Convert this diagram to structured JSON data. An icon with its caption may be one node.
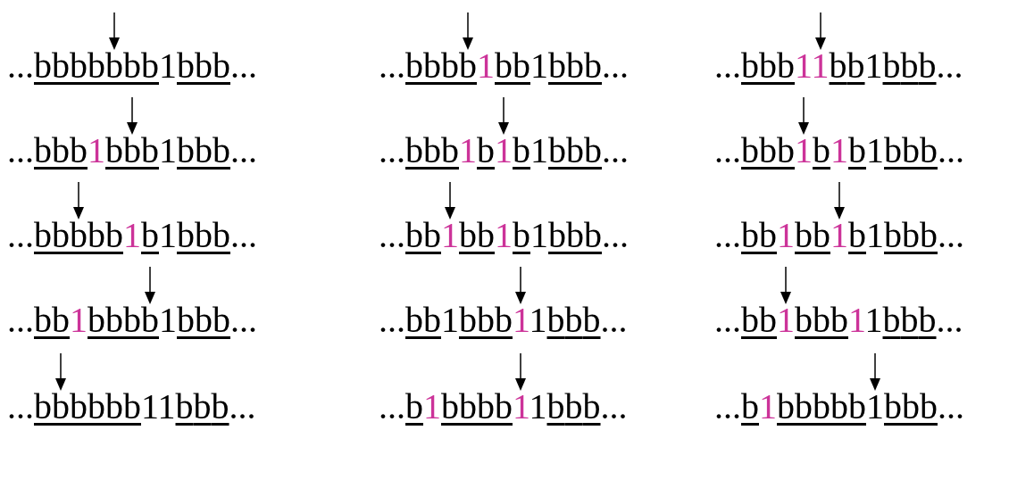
{
  "diagram": {
    "labels": [
      "...bbbbbbb1bbb...",
      "...bbbb1bb1bbb...",
      "...bbb11bb1bbb...",
      "...bbb1bbb1bbb...",
      "...bbb1b1b1bbb...",
      "...bbb1b1b1bbb...",
      "...bbbbb1b1bbb...",
      "...bb1bb1b1bbb...",
      "...bb1bb1b1bbb...",
      "...bb1bbbb1bbb...",
      "...bb1bbb11bbb...",
      "...bb1bbb11bbb...",
      "...bbbbbb11bbb...",
      "...b1bbbb11bbb...",
      "...b1bbbbb1bbb..."
    ]
  }
}
